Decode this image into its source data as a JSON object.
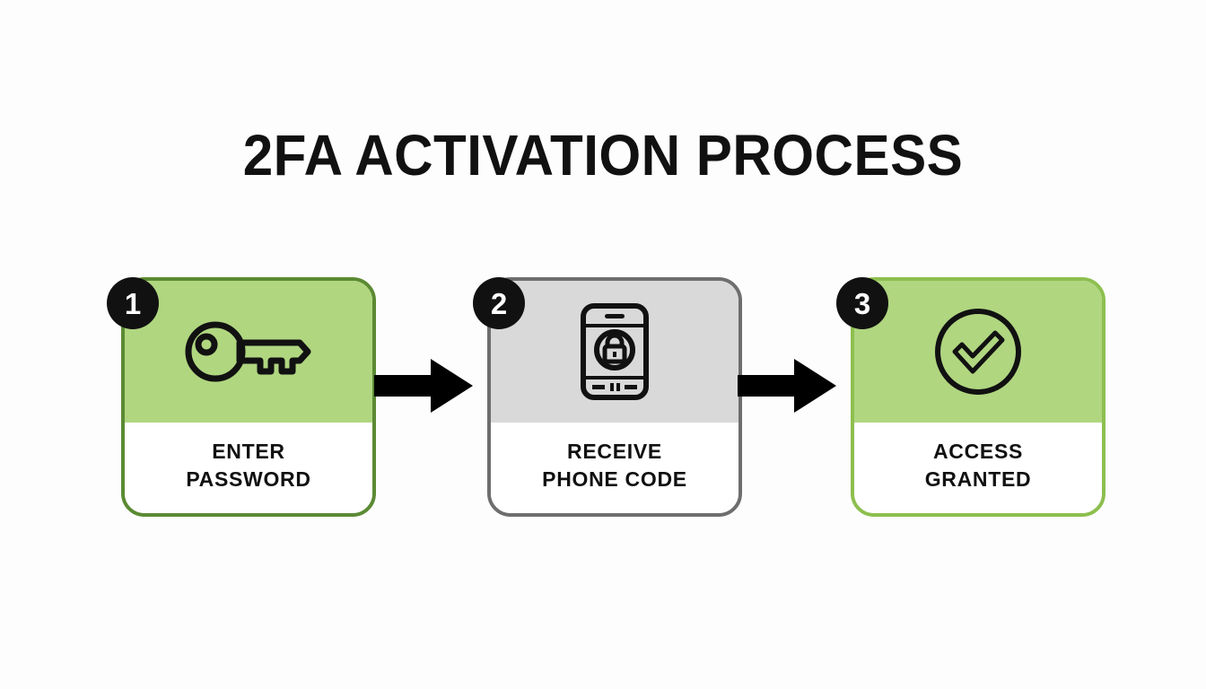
{
  "page": {
    "title": "2FA ACTIVATION PROCESS",
    "background_color": "#fdfdfd",
    "accent_green": "#b0d680",
    "accent_green_border_dark": "#5b8a33",
    "accent_green_border_light": "#8dbf4f",
    "accent_gray": "#d9d9d9",
    "accent_gray_border": "#6e6e6e",
    "badge_color": "#111111",
    "text_color": "#111111"
  },
  "steps": [
    {
      "number": "1",
      "label": "ENTER\nPASSWORD",
      "icon": "key-icon",
      "top_fill": "#b0d680",
      "border": "#5b8a33"
    },
    {
      "number": "2",
      "label": "RECEIVE\nPHONE CODE",
      "icon": "phone-lock-icon",
      "top_fill": "#d9d9d9",
      "border": "#6e6e6e"
    },
    {
      "number": "3",
      "label": "ACCESS\nGRANTED",
      "icon": "check-circle-icon",
      "top_fill": "#b0d680",
      "border": "#8dbf4f"
    }
  ],
  "connectors": [
    {
      "name": "arrow-step1-to-step2",
      "direction": "right"
    },
    {
      "name": "arrow-step2-to-step3",
      "direction": "right"
    }
  ]
}
